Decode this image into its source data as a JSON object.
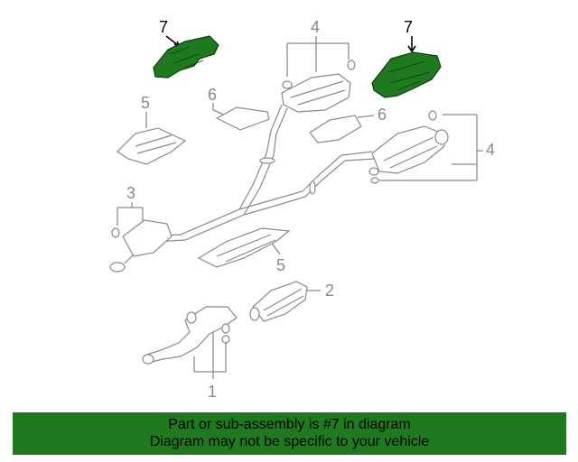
{
  "diagram": {
    "callouts": {
      "c7_left": "7",
      "c7_right": "7",
      "c4_top": "4",
      "c4_right": "4",
      "c6_left": "6",
      "c6_right": "6",
      "c5_left": "5",
      "c5_bottom": "5",
      "c3": "3",
      "c2": "2",
      "c1": "1"
    },
    "highlight_color": "#1f7a1f"
  },
  "banner": {
    "line1": "Part or sub-assembly is #7 in diagram",
    "line2": "Diagram may not be specific to your vehicle"
  }
}
